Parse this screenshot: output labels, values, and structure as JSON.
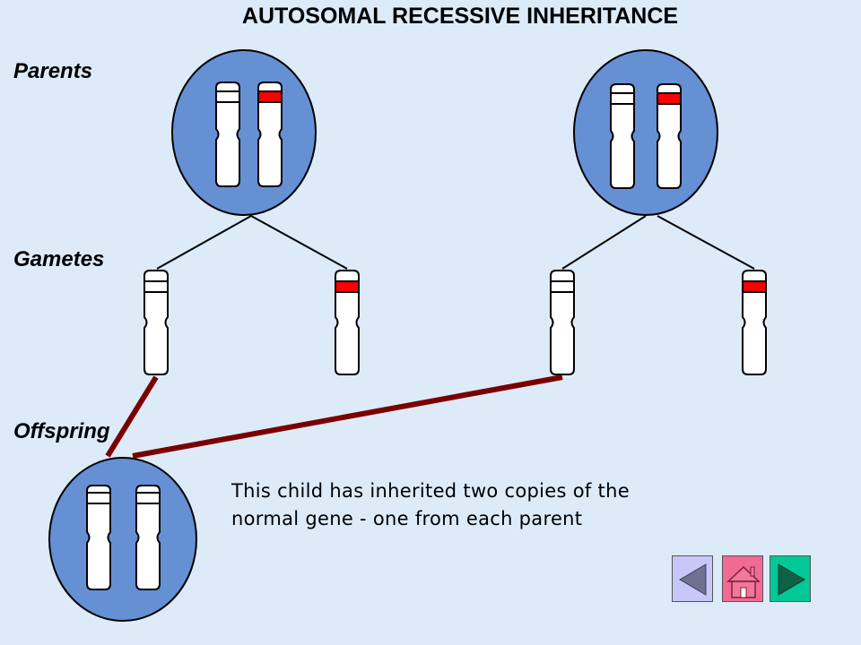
{
  "title": "AUTOSOMAL RECESSIVE INHERITANCE",
  "labels": {
    "parents": "Parents",
    "gametes": "Gametes",
    "offspring": "Offspring"
  },
  "caption": "This child has inherited two copies of the normal gene - one from each parent",
  "colors": {
    "background": "#ddeaf8",
    "cell_fill": "#6690d4",
    "normal_allele": "#ffffff",
    "recessive_allele": "#ff0000",
    "inheritance_line": "#7a0000",
    "back_button": "#c8c8f8",
    "home_button": "#f06a94",
    "forward_button": "#00c896"
  },
  "navigation": {
    "back": "back-arrow-icon",
    "home": "home-icon",
    "forward": "forward-arrow-icon"
  }
}
